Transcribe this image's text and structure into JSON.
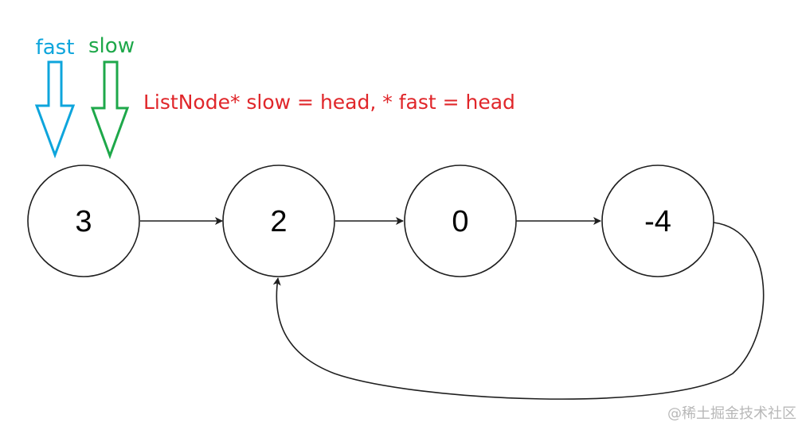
{
  "pointers": [
    {
      "label": "fast",
      "color": "#0ea5dc"
    },
    {
      "label": "slow",
      "color": "#1ea84a"
    }
  ],
  "code": {
    "text": "ListNode* slow = head, * fast = head",
    "color": "#e0262a"
  },
  "nodes": [
    {
      "value": "3"
    },
    {
      "value": "2"
    },
    {
      "value": "0"
    },
    {
      "value": "-4"
    }
  ],
  "watermark": "@稀土掘金技术社区",
  "colors": {
    "line": "#1f1f1f",
    "text": "#000000",
    "watermark": "#b8b8b8"
  }
}
